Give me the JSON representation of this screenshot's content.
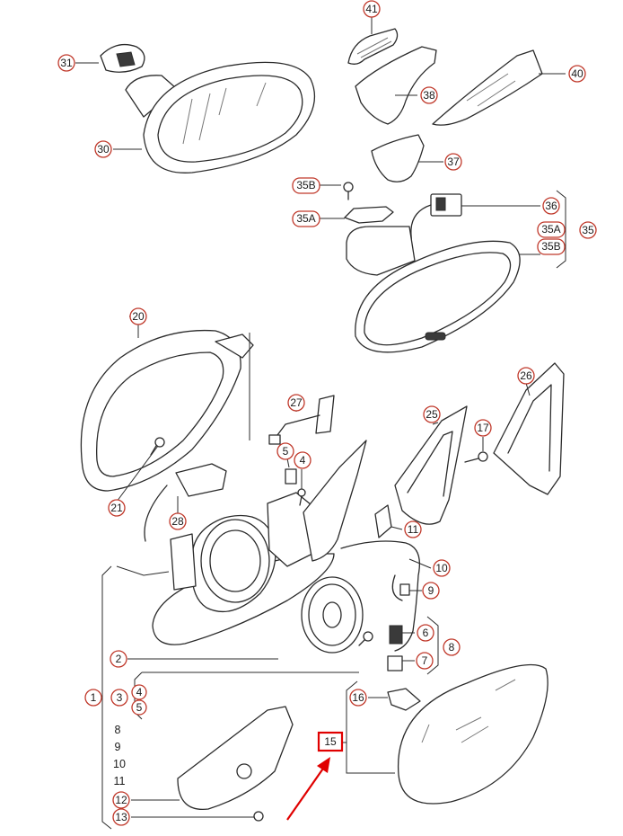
{
  "highlight": {
    "label": "15",
    "color": "#e00000"
  },
  "callouts": {
    "c41": "41",
    "c31": "31",
    "c40": "40",
    "c38": "38",
    "c30": "30",
    "c37": "37",
    "c35b_left": "35B",
    "c36": "36",
    "c35a_left": "35A",
    "c35a_right": "35A",
    "c35": "35",
    "c35b_right": "35B",
    "c20": "20",
    "c26": "26",
    "c27": "27",
    "c25": "25",
    "c17": "17",
    "c5": "5",
    "c4": "4",
    "c21": "21",
    "c28": "28",
    "c11": "11",
    "c10": "10",
    "c9": "9",
    "c6": "6",
    "c8": "8",
    "c2": "2",
    "c7": "7",
    "c1": "1",
    "c3": "3",
    "c4b": "4",
    "c5b": "5",
    "c16": "16",
    "c12": "12",
    "c13": "13"
  },
  "plain_numbers": {
    "n8": "8",
    "n9": "9",
    "n10": "10",
    "n11": "11"
  },
  "icons": [
    "exterior-mirror-icon",
    "interior-mirror-icon",
    "mirror-glass-icon",
    "screw-icon",
    "connector-icon"
  ]
}
